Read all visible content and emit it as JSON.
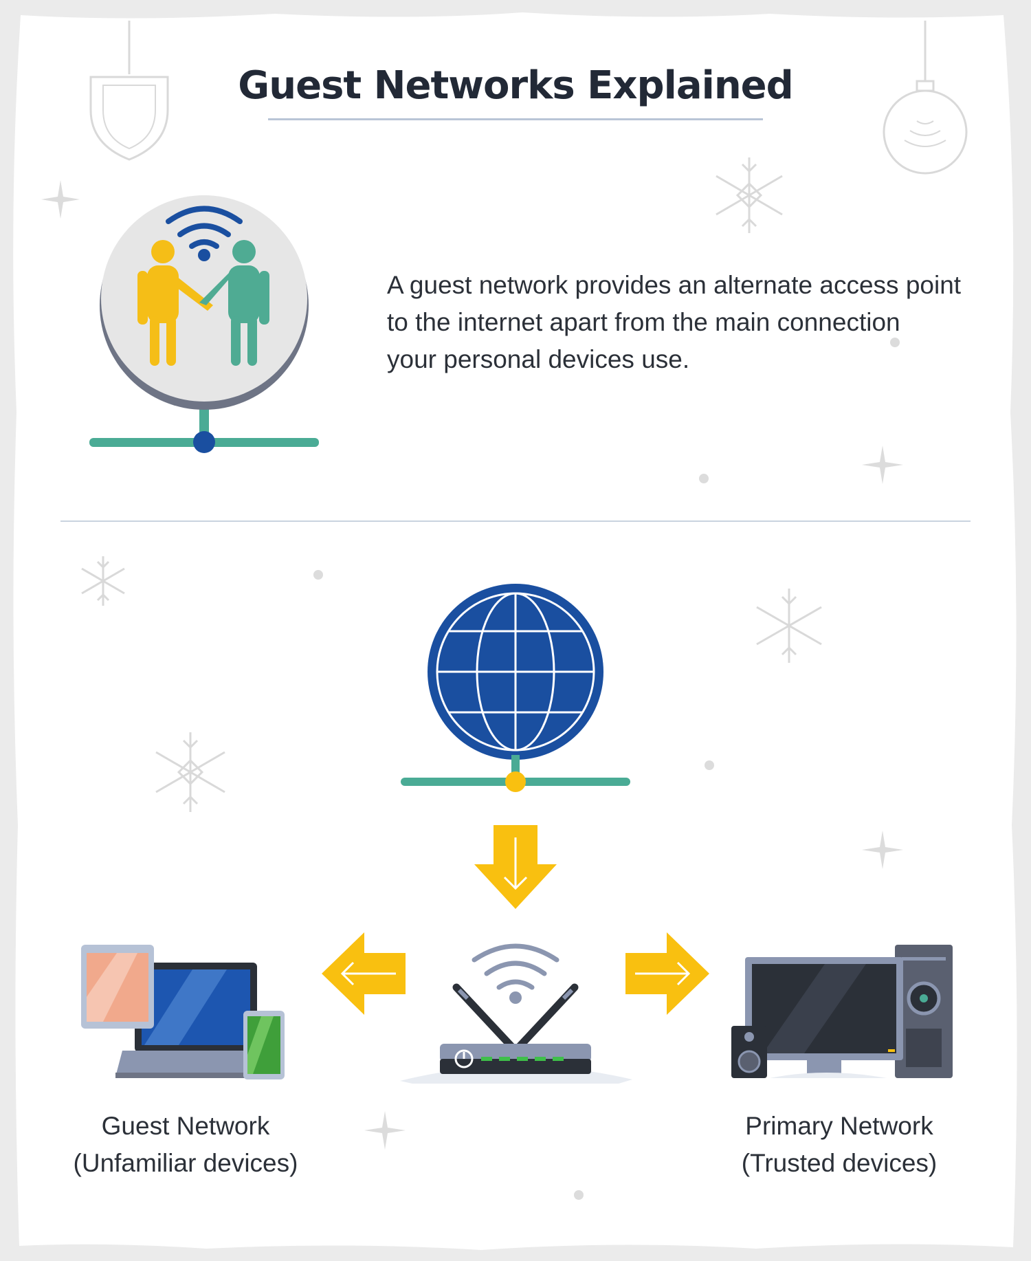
{
  "title": "Guest Networks Explained",
  "description": "A guest network provides an alternate access point to the internet apart from the main connection your personal devices use.",
  "description_lines": [
    "A guest network provides an alternate access point",
    "to the internet apart from the main connection",
    "your personal devices use."
  ],
  "guest_caption": {
    "line1": "Guest Network",
    "line2": "(Unfamiliar devices)"
  },
  "primary_caption": {
    "line1": "Primary Network",
    "line2": "(Trusted devices)"
  },
  "colors": {
    "navy_text": "#222936",
    "globe_blue": "#1a4fa0",
    "teal": "#4aab95",
    "arrow_yellow": "#f9c010",
    "person_yellow": "#f5be17",
    "person_teal": "#4fab93"
  }
}
